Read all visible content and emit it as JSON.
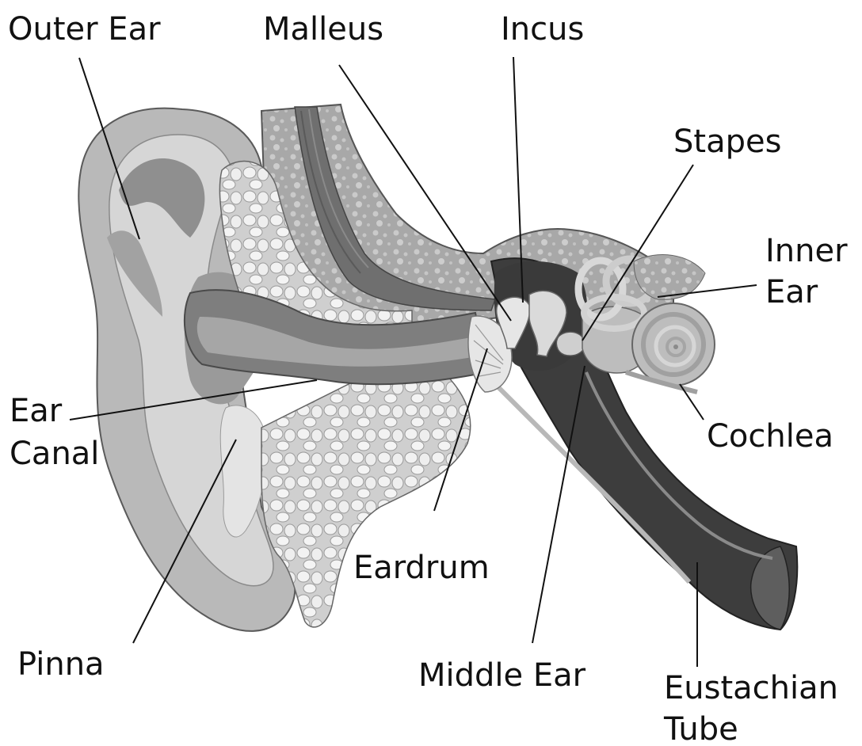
{
  "labels": {
    "outer_ear": "Outer Ear",
    "malleus": "Malleus",
    "incus": "Incus",
    "stapes": "Stapes",
    "inner_ear_1": "Inner",
    "inner_ear_2": "Ear",
    "ear_canal_1": "Ear",
    "ear_canal_2": "Canal",
    "cochlea": "Cochlea",
    "eardrum": "Eardrum",
    "pinna": "Pinna",
    "middle_ear": "Middle Ear",
    "eustachian_1": "Eustachian",
    "eustachian_2": "Tube"
  },
  "colors": {
    "pinna_outer": "#b9b9b9",
    "pinna_inner": "#d6d6d6",
    "pinna_fold": "#8f8f8f",
    "bone": "#a9a9a9",
    "bone_dot": "#c9c9c9",
    "fat": "#e9e9e9",
    "canal": "#7e7e7e",
    "muscle": "#6f6f6f",
    "middle_cavity": "#3d3d3d",
    "ossicle": "#e6e6e6",
    "cochlea": "#bdbdbd",
    "tube": "#4a4a4a"
  }
}
